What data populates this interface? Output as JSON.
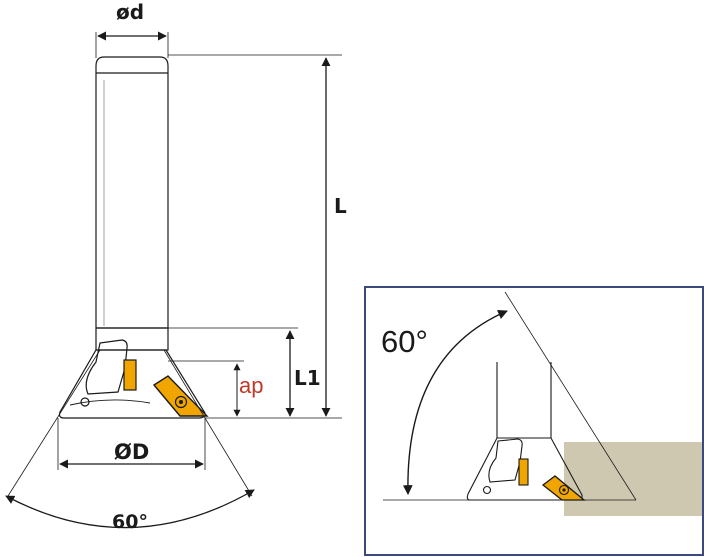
{
  "labels": {
    "shank_diameter": "ød",
    "overall_length": "L",
    "head_length": "L1",
    "depth_of_cut": "ap",
    "cutting_diameter": "ØD",
    "cone_angle": "60°",
    "detail_angle": "60°"
  },
  "colors": {
    "line": "#1a1a1a",
    "insert": "#f0a500",
    "accent_text": "#c0392b",
    "frame": "#3b4a7a",
    "workpiece": "#cfc8b0"
  },
  "icons": {
    "insert": "rhombic-insert-icon",
    "screw": "insert-screw-icon"
  }
}
